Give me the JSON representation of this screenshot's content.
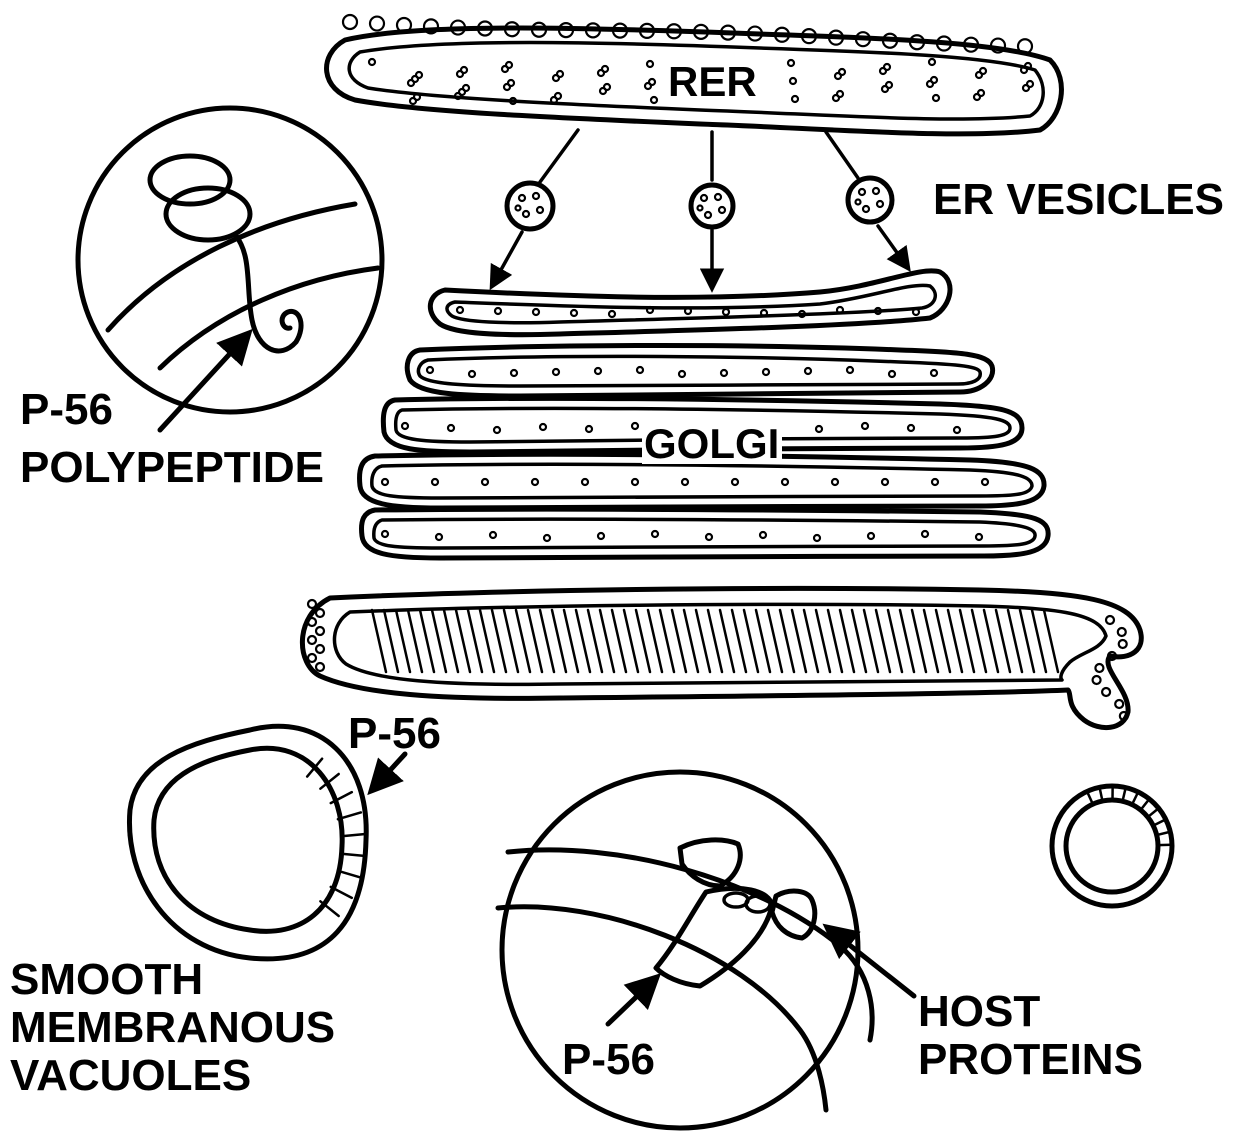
{
  "labels": {
    "rer": "RER",
    "er_vesicles": "ER VESICLES",
    "golgi": "GOLGI",
    "p56_polypeptide_line1": "P-56",
    "p56_polypeptide_line2": "POLYPEPTIDE",
    "p56_vacuole": "P-56",
    "smooth_line1": "SMOOTH",
    "smooth_line2": "MEMBRANOUS",
    "smooth_line3": "VACUOLES",
    "p56_inset": "P-56",
    "host_line1": "HOST",
    "host_line2": "PROTEINS"
  },
  "colors": {
    "ink": "#000000",
    "background": "#ffffff"
  }
}
